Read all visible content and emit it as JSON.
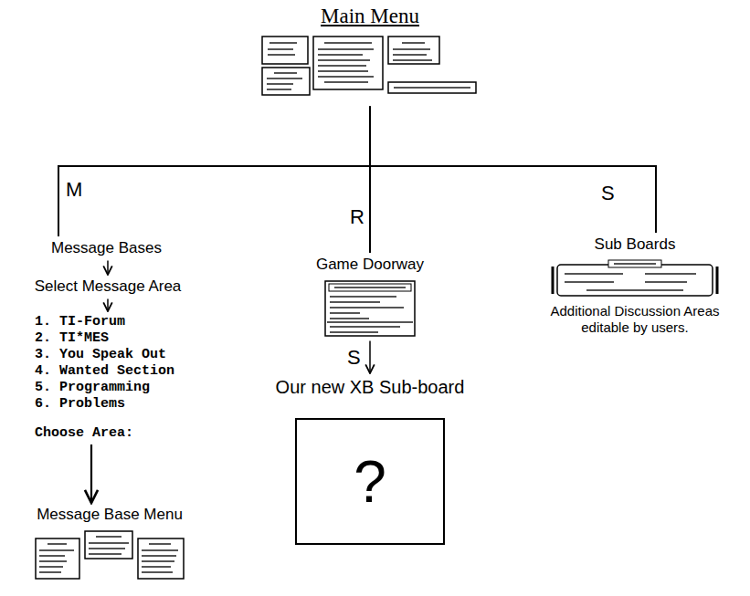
{
  "diagram": {
    "nodes": [
      {
        "text": [
          "Main Menu"
        ]
      },
      {
        "text": [
          "Message Bases"
        ]
      },
      {
        "text": [
          "Select Message Area"
        ]
      },
      {
        "text": [
          "1. TI-Forum",
          "2. TI*MES",
          "3. You Speak Out",
          "4. Wanted Section",
          "5. Programming",
          "6. Problems",
          "Choose Area:"
        ]
      },
      {
        "text": [
          "Message Base Menu"
        ]
      },
      {
        "text": [
          "Game Doorway"
        ]
      },
      {
        "text": [
          "Our new XB Sub-board",
          "?"
        ]
      },
      {
        "text": [
          "Sub Boards",
          "Additional Discussion Areas editable by users."
        ]
      }
    ],
    "edges": [
      {
        "from": 0,
        "to": 1,
        "arrow": "none",
        "label": "M"
      },
      {
        "from": 0,
        "to": 5,
        "arrow": "none",
        "label": "R"
      },
      {
        "from": 0,
        "to": 7,
        "arrow": "none",
        "label": "S"
      },
      {
        "from": 1,
        "to": 2,
        "arrow": "to"
      },
      {
        "from": 2,
        "to": 3,
        "arrow": "to"
      },
      {
        "from": 3,
        "to": 4,
        "arrow": "to"
      },
      {
        "from": 5,
        "to": 6,
        "arrow": "to",
        "label": "S"
      }
    ]
  }
}
